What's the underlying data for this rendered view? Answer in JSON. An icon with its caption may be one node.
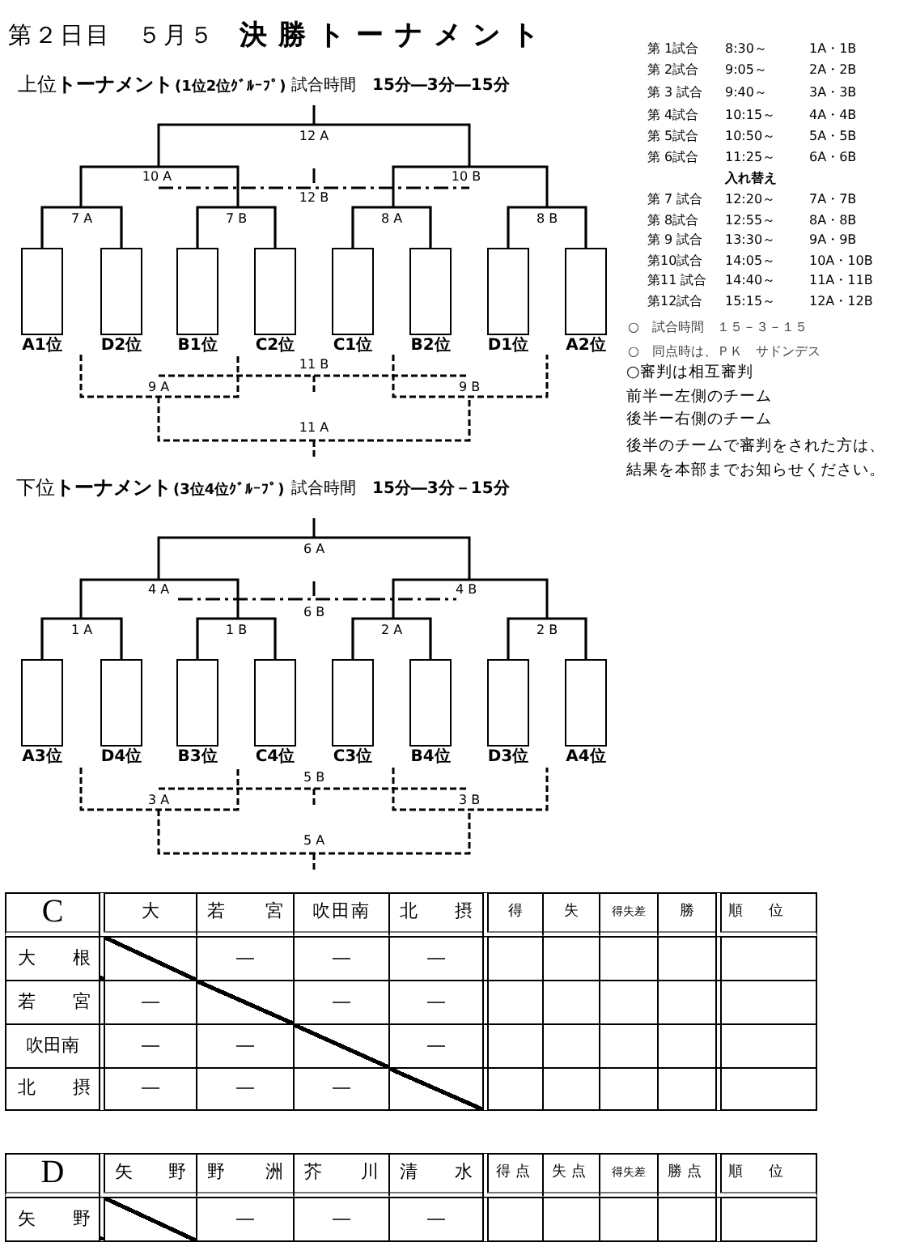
{
  "diagram": {
    "title": "決勝トーナメント",
    "nodes": [
      {
        "text": [
          "A1位"
        ]
      },
      {
        "text": [
          "D2位"
        ]
      },
      {
        "text": [
          "B1位"
        ]
      },
      {
        "text": [
          "C2位"
        ]
      },
      {
        "text": [
          "C1位"
        ]
      },
      {
        "text": [
          "B2位"
        ]
      },
      {
        "text": [
          "D1位"
        ]
      },
      {
        "text": [
          "A2位"
        ]
      },
      {
        "text": [
          "A3位"
        ]
      },
      {
        "text": [
          "D4位"
        ]
      },
      {
        "text": [
          "B3位"
        ]
      },
      {
        "text": [
          "C4位"
        ]
      },
      {
        "text": [
          "C3位"
        ]
      },
      {
        "text": [
          "B4位"
        ]
      },
      {
        "text": [
          "D3位"
        ]
      },
      {
        "text": [
          "A4位"
        ]
      }
    ],
    "edges": [
      {
        "from": 0,
        "to": 1,
        "arrow": "none",
        "label": "7 A"
      },
      {
        "from": 2,
        "to": 3,
        "arrow": "none",
        "label": "7 B"
      },
      {
        "from": 4,
        "to": 5,
        "arrow": "none",
        "label": "8 A"
      },
      {
        "from": 6,
        "to": 7,
        "arrow": "none",
        "label": "8 B"
      },
      {
        "from": 8,
        "to": 9,
        "arrow": "none",
        "label": "1 A"
      },
      {
        "from": 10,
        "to": 11,
        "arrow": "none",
        "label": "1 B"
      },
      {
        "from": 12,
        "to": 13,
        "arrow": "none",
        "label": "2 A"
      },
      {
        "from": 14,
        "to": 15,
        "arrow": "none",
        "label": "2 B"
      }
    ],
    "labels": [
      "第２日目　５月５",
      "上位**トーナメント**",
      "(1位2位ｸﾞﾙｰﾌﾟ)",
      "試合時間　**15分―3分―15分**",
      "第 1試合",
      "8:30～",
      "1A・1B",
      "第 2試合",
      "9:05～",
      "2A・2B",
      "第 3 試合",
      "9:40～",
      "3A・3B",
      "第 4試合",
      "10:15～",
      "4A・4B",
      "第 5試合",
      "10:50～",
      "5A・5B",
      "第 6試合",
      "11:25～",
      "6A・6B",
      "入れ替え",
      "第 7 試合",
      "12:20～",
      "7A・7B",
      "第 8試合",
      "12:55～",
      "8A・8B",
      "第 9 試合",
      "13:30～",
      "9A・9B",
      "第10試合",
      "14:05～",
      "10A・10B",
      "第11 試合",
      "14:40～",
      "11A・11B",
      "第12試合",
      "15:15～",
      "12A・12B",
      "○　試合時間　１５－３－１５",
      "○　同点時は、ＰＫ　サドンデス",
      "○審判は相互審判",
      "前半ー左側のチーム",
      "後半ー右側のチーム",
      "後半のチームで審判をされた方は、結果を本部までお知らせください。",
      "12 A",
      "10 A",
      "10 B",
      "12 B",
      "11 B",
      "9 A",
      "9 B",
      "11 A",
      "下位**トーナメント**",
      "(3位4位ｸﾞﾙｰﾌﾟ)",
      "試合時間　**15分―3分－15分**",
      "6 A",
      "4 A",
      "4 B",
      "6 B",
      "5 B",
      "3 A",
      "3 B",
      "5 A",
      "C",
      "大",
      "若宮",
      "吹田南",
      "北摂",
      "得",
      "失",
      "得失差",
      "勝",
      "順位",
      "大根",
      "―",
      "―",
      "―",
      "若宮",
      "―",
      "―",
      "―",
      "吹田南",
      "―",
      "―",
      "―",
      "北摂",
      "―",
      "―",
      "―",
      "D",
      "矢野",
      "野洲",
      "芥川",
      "清水",
      "得点",
      "失点",
      "得失差",
      "勝点",
      "順位",
      "矢野",
      "―",
      "―",
      "―"
    ]
  }
}
